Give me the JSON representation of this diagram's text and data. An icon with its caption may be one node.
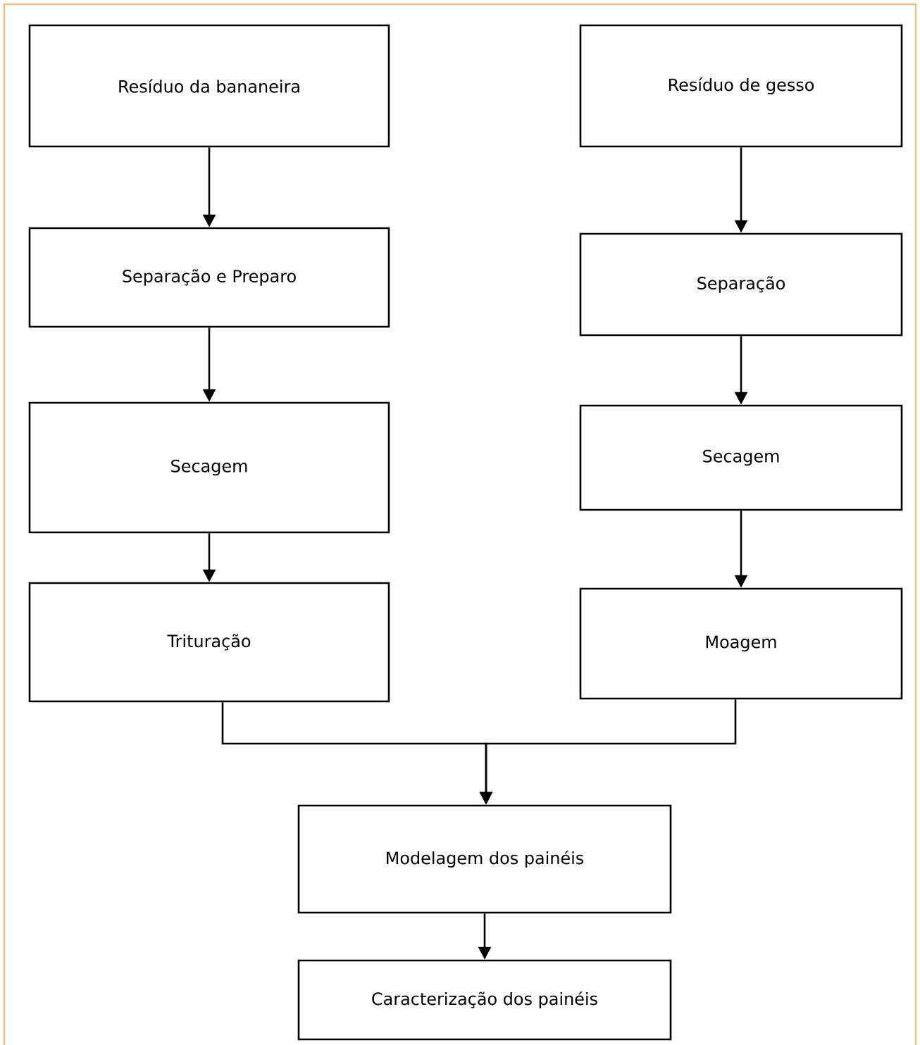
{
  "diagram": {
    "nodes": [
      {
        "text": [
          "Resíduo da bananeira"
        ]
      },
      {
        "text": [
          "Separação e Preparo"
        ]
      },
      {
        "text": [
          "Secagem"
        ]
      },
      {
        "text": [
          "Trituração"
        ]
      },
      {
        "text": [
          "Resíduo de gesso"
        ]
      },
      {
        "text": [
          "Separação"
        ]
      },
      {
        "text": [
          "Secagem"
        ]
      },
      {
        "text": [
          "Moagem"
        ]
      },
      {
        "text": [
          "Modelagem dos painéis"
        ]
      },
      {
        "text": [
          "Caracterização dos painéis"
        ]
      }
    ],
    "edges": [
      {
        "from": 0,
        "to": 1,
        "arrow": "to"
      },
      {
        "from": 1,
        "to": 2,
        "arrow": "to"
      },
      {
        "from": 2,
        "to": 3,
        "arrow": "to"
      },
      {
        "from": 4,
        "to": 5,
        "arrow": "to"
      },
      {
        "from": 5,
        "to": 6,
        "arrow": "to"
      },
      {
        "from": 6,
        "to": 7,
        "arrow": "to"
      },
      {
        "from": 3,
        "to": 8,
        "arrow": "to"
      },
      {
        "from": 7,
        "to": 8,
        "arrow": "to"
      },
      {
        "from": 8,
        "to": 9,
        "arrow": "to"
      }
    ]
  }
}
